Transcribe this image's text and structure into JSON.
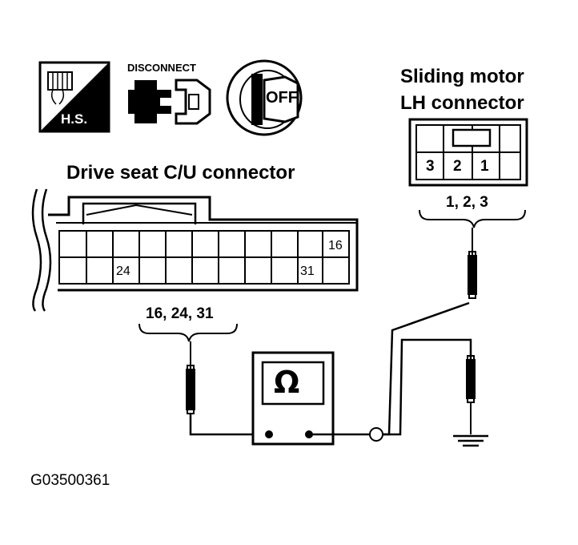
{
  "icons": {
    "hs_label": "H.S.",
    "disconnect_label": "DISCONNECT",
    "off_label": "OFF"
  },
  "drive_seat": {
    "title": "Drive seat C/U connector",
    "pin_16": "16",
    "pin_24": "24",
    "pin_31": "31",
    "probe_label": "16, 24, 31"
  },
  "sliding_motor": {
    "title_line1": "Sliding motor",
    "title_line2": "LH connector",
    "pin_3": "3",
    "pin_2": "2",
    "pin_1": "1",
    "probe_label": "1, 2, 3"
  },
  "meter": {
    "symbol": "Ω"
  },
  "figure_code": "G03500361"
}
